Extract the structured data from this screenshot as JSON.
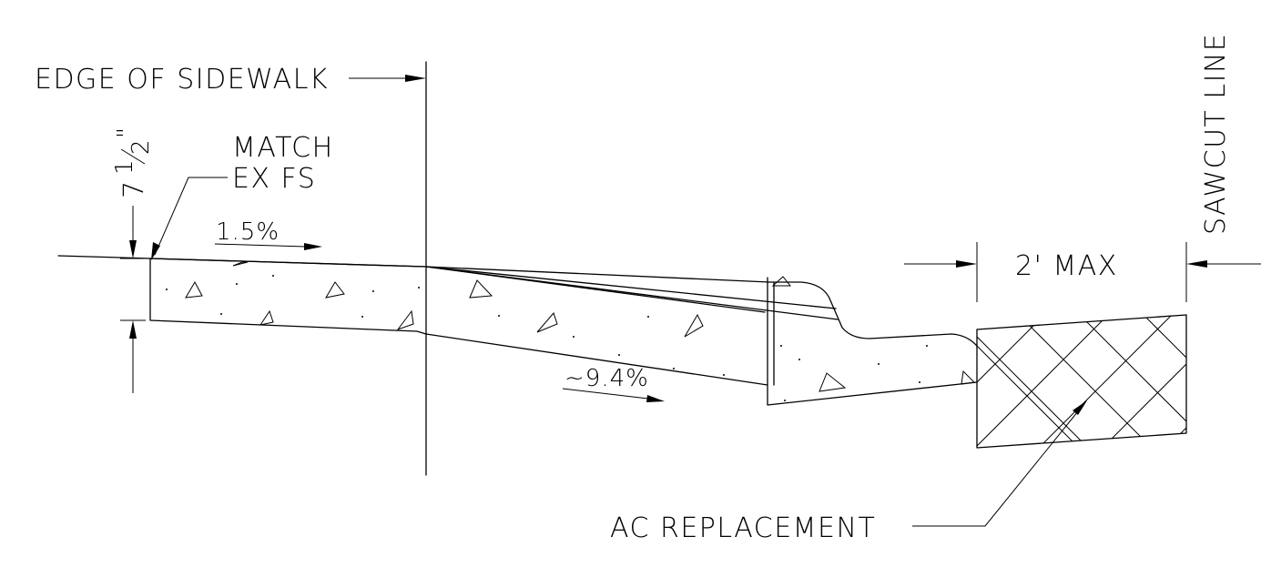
{
  "labels": {
    "edge_of_sidewalk": "EDGE OF SIDEWALK",
    "match_line1": "MATCH",
    "match_line2": "EX FS",
    "slope_top": "1.5%",
    "slope_bottom": "~9.4%",
    "dim_vertical_whole": "7",
    "dim_vertical_frac_num": "1",
    "dim_vertical_frac_den": "2",
    "dim_vertical_inch": "\"",
    "dim_max": "2' MAX",
    "sawcut": "SAWCUT LINE",
    "ac_replacement": "AC REPLACEMENT"
  },
  "colors": {
    "line": "#000000",
    "background": "#ffffff"
  }
}
